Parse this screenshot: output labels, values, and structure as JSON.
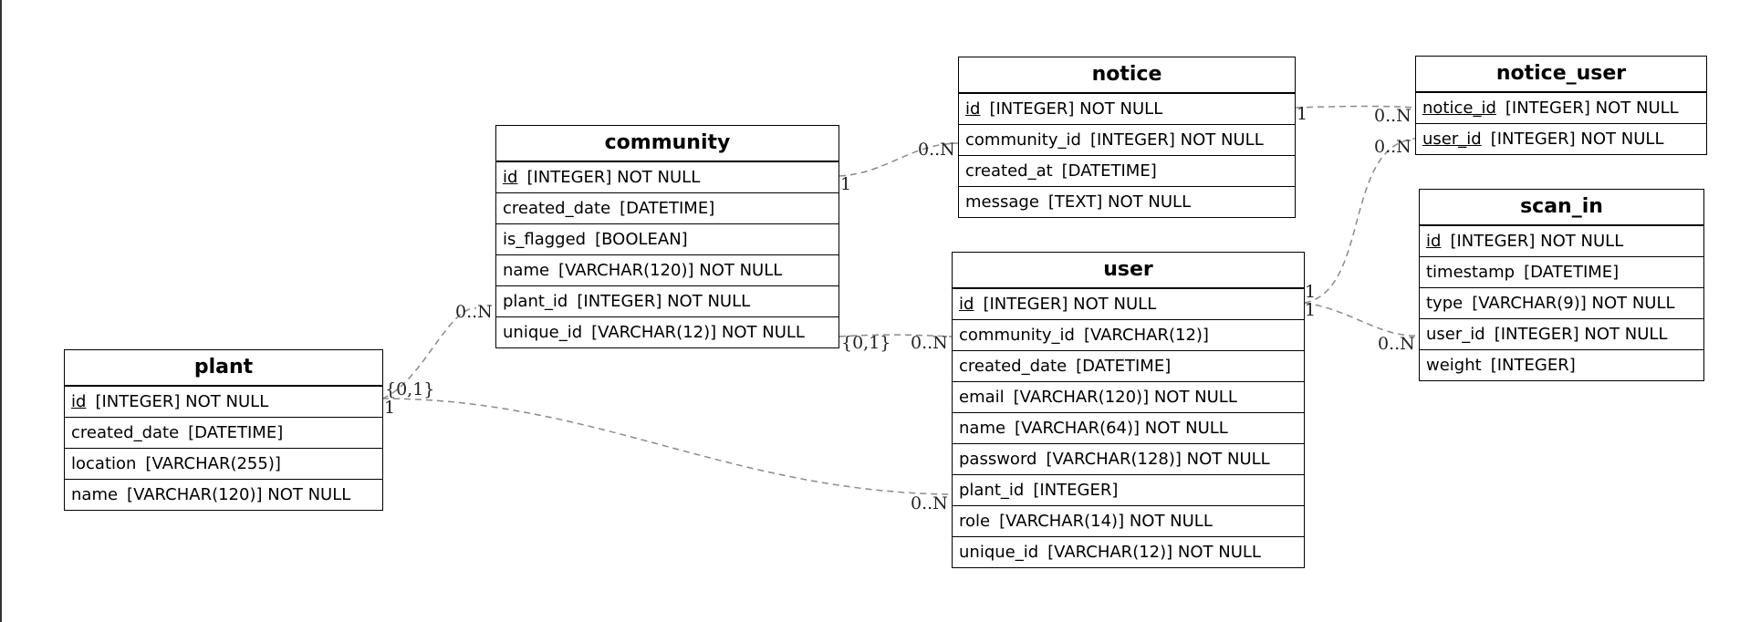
{
  "entities": {
    "plant": {
      "title": "plant",
      "attrs": [
        {
          "name": "id",
          "type": "[INTEGER] NOT NULL"
        },
        {
          "name": "created_date",
          "type": "[DATETIME]"
        },
        {
          "name": "location",
          "type": "[VARCHAR(255)]"
        },
        {
          "name": "name",
          "type": "[VARCHAR(120)] NOT NULL"
        }
      ]
    },
    "community": {
      "title": "community",
      "attrs": [
        {
          "name": "id",
          "type": "[INTEGER] NOT NULL"
        },
        {
          "name": "created_date",
          "type": "[DATETIME]"
        },
        {
          "name": "is_flagged",
          "type": "[BOOLEAN]"
        },
        {
          "name": "name",
          "type": "[VARCHAR(120)] NOT NULL"
        },
        {
          "name": "plant_id",
          "type": "[INTEGER] NOT NULL"
        },
        {
          "name": "unique_id",
          "type": "[VARCHAR(12)] NOT NULL"
        }
      ]
    },
    "notice": {
      "title": "notice",
      "attrs": [
        {
          "name": "id",
          "type": "[INTEGER] NOT NULL"
        },
        {
          "name": "community_id",
          "type": "[INTEGER] NOT NULL"
        },
        {
          "name": "created_at",
          "type": "[DATETIME]"
        },
        {
          "name": "message",
          "type": "[TEXT] NOT NULL"
        }
      ]
    },
    "user": {
      "title": "user",
      "attrs": [
        {
          "name": "id",
          "type": "[INTEGER] NOT NULL"
        },
        {
          "name": "community_id",
          "type": "[VARCHAR(12)]"
        },
        {
          "name": "created_date",
          "type": "[DATETIME]"
        },
        {
          "name": "email",
          "type": "[VARCHAR(120)] NOT NULL"
        },
        {
          "name": "name",
          "type": "[VARCHAR(64)] NOT NULL"
        },
        {
          "name": "password",
          "type": "[VARCHAR(128)] NOT NULL"
        },
        {
          "name": "plant_id",
          "type": "[INTEGER]"
        },
        {
          "name": "role",
          "type": "[VARCHAR(14)] NOT NULL"
        },
        {
          "name": "unique_id",
          "type": "[VARCHAR(12)] NOT NULL"
        }
      ]
    },
    "notice_user": {
      "title": "notice_user",
      "attrs": [
        {
          "name": "notice_id",
          "type": "[INTEGER] NOT NULL"
        },
        {
          "name": "user_id",
          "type": "[INTEGER] NOT NULL"
        }
      ]
    },
    "scan_in": {
      "title": "scan_in",
      "attrs": [
        {
          "name": "id",
          "type": "[INTEGER] NOT NULL"
        },
        {
          "name": "timestamp",
          "type": "[DATETIME]"
        },
        {
          "name": "type",
          "type": "[VARCHAR(9)] NOT NULL"
        },
        {
          "name": "user_id",
          "type": "[INTEGER] NOT NULL"
        },
        {
          "name": "weight",
          "type": "[INTEGER]"
        }
      ]
    }
  },
  "relations": {
    "plant_community": {
      "from_label": "{0,1}",
      "to_label": "0..N"
    },
    "plant_user": {
      "from_label": "1",
      "to_label": "0..N"
    },
    "community_notice": {
      "from_label": "1",
      "to_label": "0..N"
    },
    "community_user": {
      "from_label": "{0,1}",
      "to_label": "0..N"
    },
    "notice_notice_user": {
      "from_label": "1",
      "to_label": "0..N"
    },
    "user_notice_user": {
      "from_label": "1",
      "to_label": "0..N"
    },
    "user_scan_in": {
      "from_label": "1",
      "to_label": "0..N"
    }
  }
}
